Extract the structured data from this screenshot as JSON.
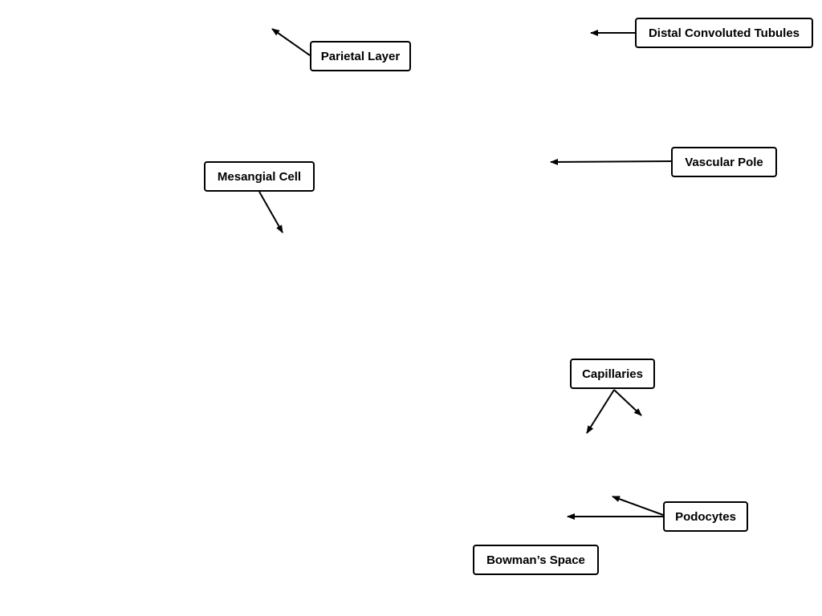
{
  "labels": {
    "parietal_layer": "Parietal Layer",
    "distal_convoluted_tubules": "Distal Convoluted Tubules",
    "mesangial_cell": "Mesangial Cell",
    "vascular_pole": "Vascular Pole",
    "capillaries": "Capillaries",
    "podocytes": "Podocytes",
    "bowmans_space": "Bowman’s Space"
  },
  "colors": {
    "line": "#000000",
    "box_border": "#000000",
    "background": "#ffffff"
  }
}
